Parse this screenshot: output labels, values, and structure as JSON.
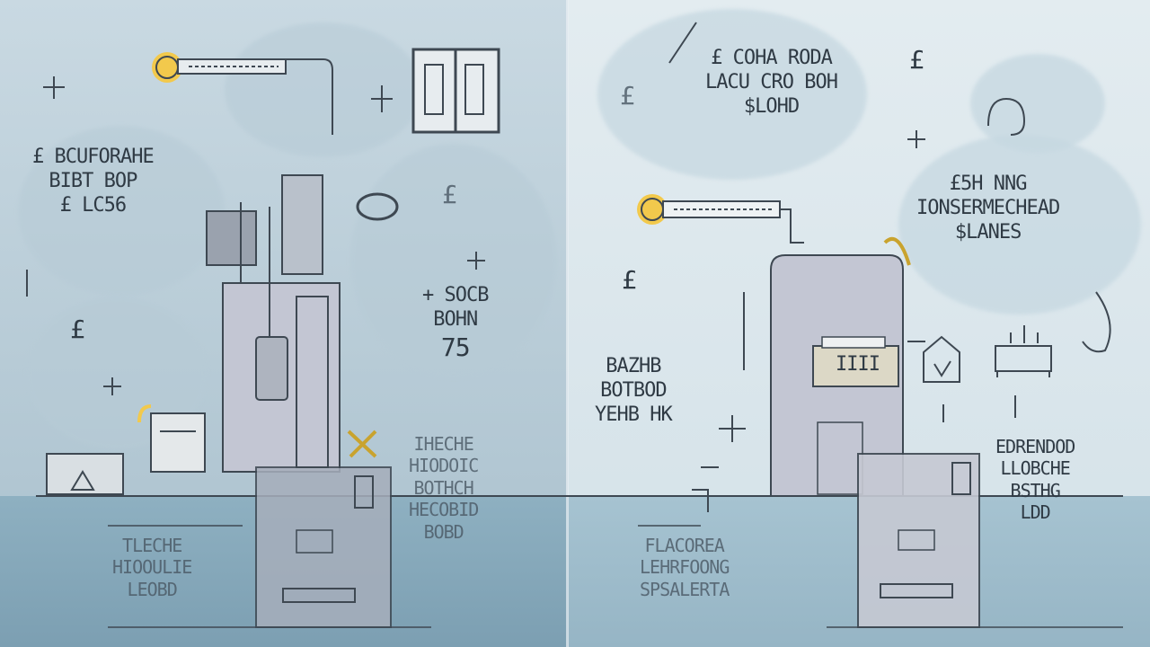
{
  "labels": {
    "left_top": [
      "£ BCUFORAHE",
      "BIBT BOP",
      "£ LC56"
    ],
    "left_mid": [
      "+ SOCB",
      "BOHN",
      "75"
    ],
    "left_low": [
      "IHECHE",
      "HIODOIC",
      "BOTHCH",
      "HECOBID",
      "BOBD"
    ],
    "left_bottom": [
      "TLECHE",
      "HIOOULIE",
      "LEOBD"
    ],
    "right_top": [
      "£ COHA RODA",
      "LACU CRO BOH",
      "$LOHD"
    ],
    "right_side": [
      "£5H NNG",
      "IONSERMECHEAD",
      "$LANES"
    ],
    "right_mid": [
      "BAZHB",
      "BOTBOD",
      "YEHB HK"
    ],
    "right_low": [
      "EDRENDOD",
      "LLOBCHE",
      "BSTHG",
      "LDD"
    ],
    "right_bottom": [
      "FLACOREA",
      "LEHRFOONG",
      "SPSALERTA"
    ],
    "bar_readout": "IIII",
    "pound_symbol": "£"
  },
  "icons": [
    "pound-icon",
    "thermometer-icon",
    "radiator-icon",
    "boiler-icon",
    "pipe-icon",
    "house-icon",
    "sparkle-icon",
    "mug-icon"
  ],
  "colors": {
    "accent_yellow": "#f2c94c",
    "line": "#3e4852",
    "box_fill": "#c3c6d3"
  }
}
